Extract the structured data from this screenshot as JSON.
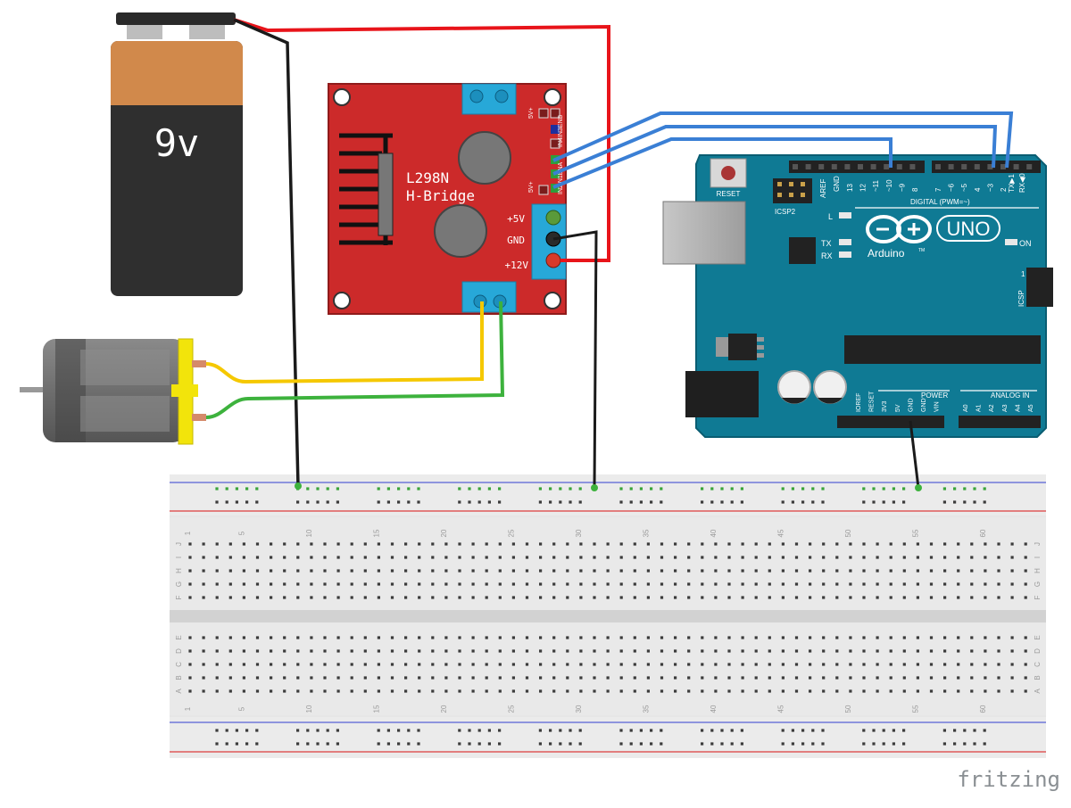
{
  "battery": {
    "label": "9v"
  },
  "hbridge": {
    "title_line1": "L298N",
    "title_line2": "H-Bridge",
    "pin_5v": "+5V",
    "pin_gnd": "GND",
    "pin_12v": "+12V",
    "header_top_label": "5V+",
    "header_bottom_label": "5V+",
    "side_labels": "IN4IN3ENB",
    "side_labels2": "IN2IN1ENA"
  },
  "arduino": {
    "reset": "RESET",
    "icsp2": "ICSP2",
    "icsp": "ICSP",
    "icsp_1": "1",
    "aref": "AREF",
    "gnd": "GND",
    "digital": "DIGITAL (PWM=~)",
    "txrx_tx": "TX▶1",
    "txrx_rx": "RX◀0",
    "led_l": "L",
    "led_tx": "TX",
    "led_rx": "RX",
    "on": "ON",
    "uno": "UNO",
    "brand": "Arduino",
    "tm": "TM",
    "power": "POWER",
    "analog_in": "ANALOG IN",
    "power_pins": [
      "IOREF",
      "RESET",
      "3V3",
      "5V",
      "GND",
      "GND",
      "VIN"
    ],
    "analog_pins": [
      "A0",
      "A1",
      "A2",
      "A3",
      "A4",
      "A5"
    ],
    "digital_pins_left": [
      "13",
      "12",
      "~11",
      "~10",
      "~9",
      "8"
    ],
    "digital_pins_right": [
      "7",
      "~6",
      "~5",
      "4",
      "~3",
      "2"
    ]
  },
  "breadboard": {
    "column_numbers": [
      "1",
      "5",
      "10",
      "15",
      "20",
      "25",
      "30",
      "35",
      "40",
      "45",
      "50",
      "55",
      "60"
    ],
    "row_letters_top": [
      "J",
      "I",
      "H",
      "G",
      "F"
    ],
    "row_letters_bottom": [
      "E",
      "D",
      "C",
      "B",
      "A"
    ]
  },
  "watermark": "fritzing",
  "colors": {
    "wire_red": "#e8141a",
    "wire_black": "#1a1a1a",
    "wire_blue": "#3a7fd5",
    "wire_yellow": "#f5c800",
    "wire_green": "#3db23d",
    "arduino_teal": "#0f7a94",
    "hbridge_red": "#cc2a2a",
    "terminal_blue": "#27a8d8",
    "battery_orange": "#d1894b",
    "battery_black": "#2f2f2f"
  }
}
